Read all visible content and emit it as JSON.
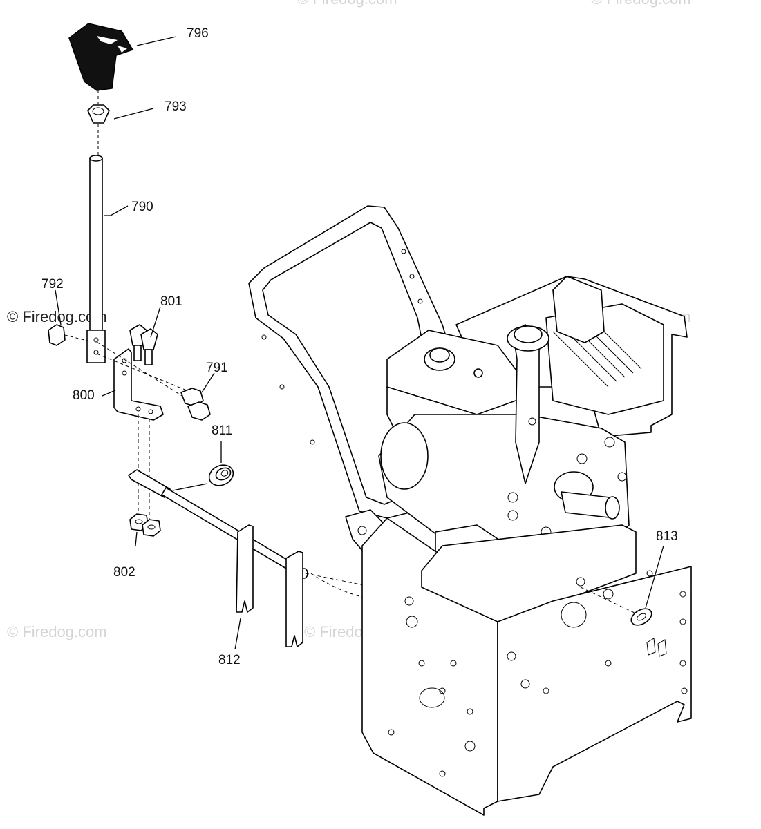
{
  "watermark": "© Firedog.com",
  "callouts": {
    "p796": "796",
    "p793": "793",
    "p790": "790",
    "p792": "792",
    "p801": "801",
    "p791": "791",
    "p800": "800",
    "p811": "811",
    "p802": "802",
    "p812": "812",
    "p813": "813"
  }
}
